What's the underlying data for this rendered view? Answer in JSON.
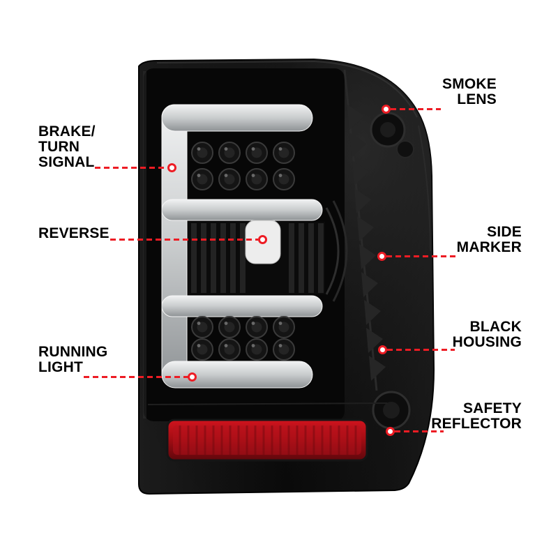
{
  "page": {
    "background": "#ffffff"
  },
  "colors": {
    "callout_red": "#ed1c24",
    "label_text": "#000000",
    "housing": "#0b0b0b",
    "light_bar": "#c9cccd",
    "reflector_red": "#a60d14",
    "reverse_bulb": "#ededed"
  },
  "product": {
    "name": "smoked-led-tail-light",
    "description": "Black housing smoked lens LED tail light with C-shaped light bar, LED clusters, reverse bulb and red safety reflector"
  },
  "callouts": [
    {
      "id": "smoke-lens",
      "label": "SMOKE\nLENS",
      "side": "right"
    },
    {
      "id": "brake-turn-signal",
      "label": "BRAKE/\nTURN\nSIGNAL",
      "side": "left"
    },
    {
      "id": "reverse",
      "label": "REVERSE",
      "side": "left"
    },
    {
      "id": "side-marker",
      "label": "SIDE\nMARKER",
      "side": "right"
    },
    {
      "id": "black-housing",
      "label": "BLACK\nHOUSING",
      "side": "right"
    },
    {
      "id": "running-light",
      "label": "RUNNING\nLIGHT",
      "side": "left"
    },
    {
      "id": "safety-reflector",
      "label": "SAFETY\nREFLECTOR",
      "side": "right"
    }
  ]
}
